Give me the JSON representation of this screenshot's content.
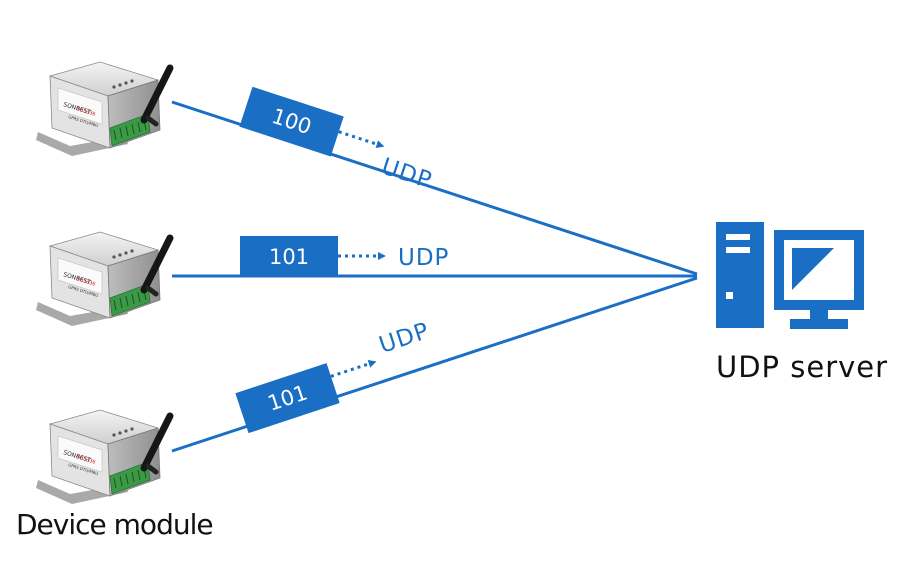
{
  "colors": {
    "accent": "#1a6fc4",
    "tag_fill": "#1a6fc4",
    "tag_text": "#ffffff",
    "label_text": "#111111"
  },
  "labels": {
    "server": "UDP server",
    "device": "Device module"
  },
  "device_panel_text": {
    "brand": "SONBEST",
    "model": "SG5336",
    "subtitle": "GPRS DTU/MBU"
  },
  "links": [
    {
      "tag": "100",
      "protocol": "UDP"
    },
    {
      "tag": "101",
      "protocol": "UDP"
    },
    {
      "tag": "101",
      "protocol": "UDP"
    }
  ],
  "icons": {
    "server": "server-computer-icon",
    "device": "gprs-dtu-device-icon"
  }
}
